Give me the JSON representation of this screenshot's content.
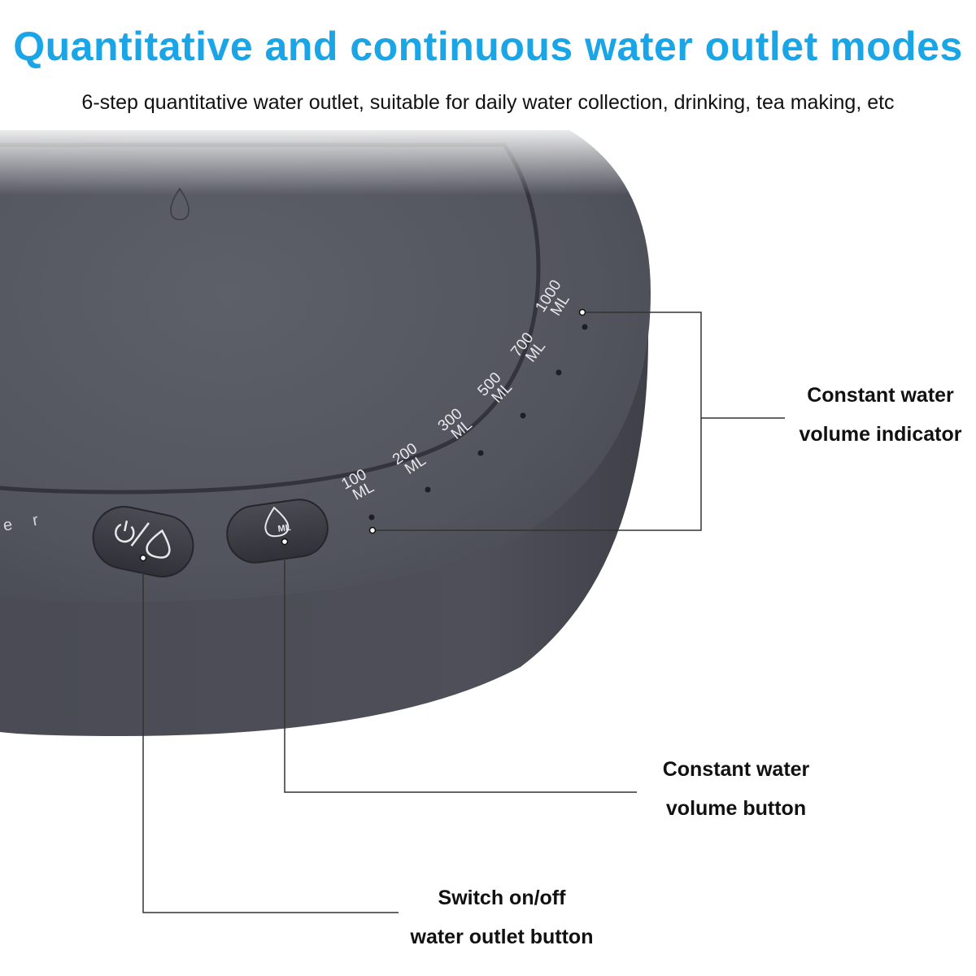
{
  "header": {
    "title": "Quantitative and continuous water outlet modes",
    "subtitle": "6-step quantitative water outlet, suitable for daily water collection, drinking, tea making, etc"
  },
  "device": {
    "brand_fragment": "e r",
    "power_button_glyph": "⏻/💧",
    "ml_button_glyph": "ML",
    "volume_steps": [
      {
        "amount": "100",
        "unit": "ML"
      },
      {
        "amount": "200",
        "unit": "ML"
      },
      {
        "amount": "300",
        "unit": "ML"
      },
      {
        "amount": "500",
        "unit": "ML"
      },
      {
        "amount": "700",
        "unit": "ML"
      },
      {
        "amount": "1000",
        "unit": "ML"
      }
    ]
  },
  "callouts": {
    "indicator": {
      "line1": "Constant water",
      "line2": "volume indicator"
    },
    "volume_button": {
      "line1": "Constant water",
      "line2": "volume button"
    },
    "power_button": {
      "line1": "Switch on/off",
      "line2": "water outlet button"
    }
  },
  "colors": {
    "title": "#1aa6e6",
    "device_body": "#4a4b54",
    "device_top": "#565862",
    "button": "#3c3d45",
    "leader_line": "#333333",
    "scale_text": "#e8e8ea"
  }
}
